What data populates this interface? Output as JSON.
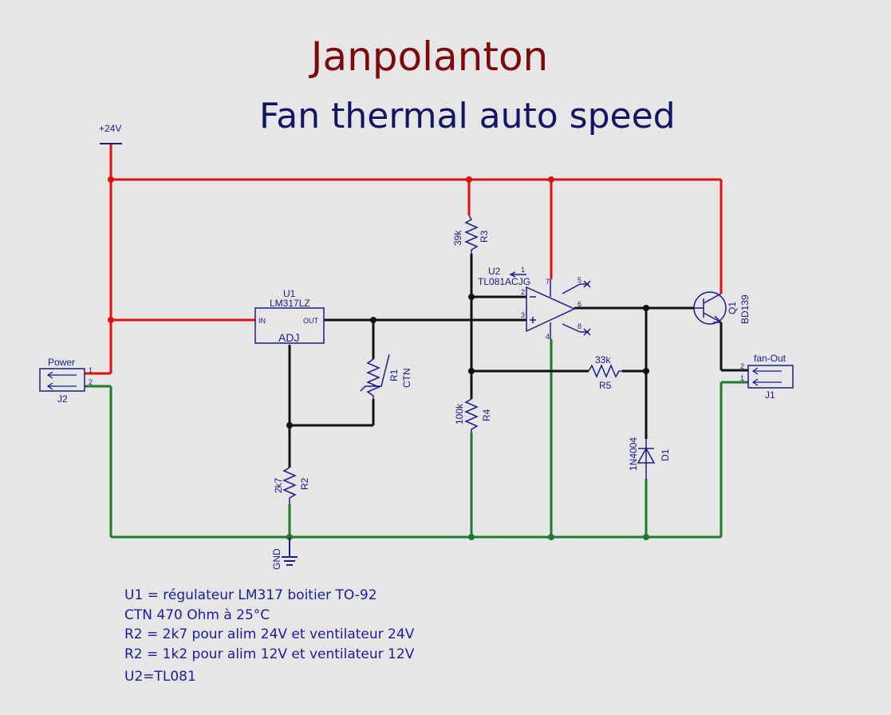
{
  "title": "Janpolanton",
  "subtitle": "Fan thermal auto speed",
  "supply": {
    "label": "+24V",
    "ground_label": "GND"
  },
  "connectors": {
    "power": {
      "name": "Power",
      "ref": "J2",
      "pin1": "1",
      "pin2": "2"
    },
    "fan_out": {
      "name": "fan-Out",
      "ref": "J1",
      "pin1": "1",
      "pin2": "2"
    }
  },
  "u1": {
    "ref": "U1",
    "part": "LM317LZ",
    "in_label": "IN",
    "out_label": "OUT",
    "adj_label": "ADJ"
  },
  "u2": {
    "ref": "U2",
    "part": "TL081ACJG",
    "pins": {
      "p1": "1",
      "p2": "2",
      "p3": "3",
      "p4": "4",
      "p5": "5",
      "p6": "6",
      "p7": "7",
      "p8": "8"
    }
  },
  "r1": {
    "ref": "R1",
    "value": "CTN"
  },
  "r2": {
    "ref": "R2",
    "value": "2k7"
  },
  "r3": {
    "ref": "R3",
    "value": "39k"
  },
  "r4": {
    "ref": "R4",
    "value": "100k"
  },
  "r5": {
    "ref": "R5",
    "value": "33k"
  },
  "d1": {
    "ref": "D1",
    "value": "1N4004"
  },
  "q1": {
    "ref": "Q1",
    "value": "BD139"
  },
  "notes": [
    "U1 = régulateur LM317 boitier TO-92",
    " CTN  470 Ohm à 25°C",
    " R2 = 2k7 pour alim 24V et ventilateur 24V",
    "R2 = 1k2 pour alim 12V et ventilateur 12V",
    "U2=TL081"
  ],
  "colors": {
    "positive_wire": "#e01010",
    "ground_wire": "#1f7a2e",
    "signal_wire": "#111111",
    "component": "#1a1a8a",
    "title": "#7d0a0a",
    "subtitle": "#141466"
  }
}
